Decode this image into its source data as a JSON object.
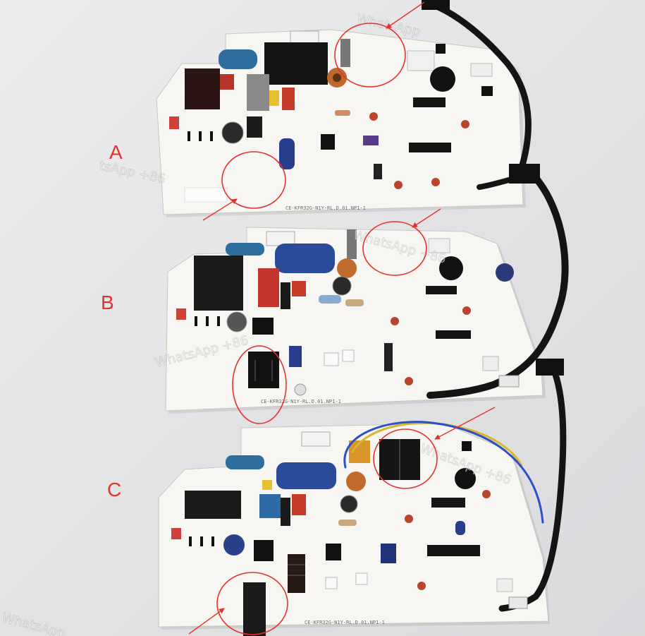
{
  "labels": {
    "a": "A",
    "b": "B",
    "c": "C"
  },
  "silkscreen": {
    "board_a": "CE-KFR32G-N1Y-RL.D.01.NP1-1",
    "board_b": "CE-KFR32G-N1Y-RL.D.01.NP1-1",
    "board_c": "CE-KFR32G-N1Y-RL.D.01.NP1-1"
  },
  "watermarks": [
    "WhatsApp",
    "tsApp +86",
    "WhatsApp +86",
    "WhatsApp +86",
    "WhatsApp +86",
    "WhatsApp"
  ],
  "colors": {
    "annotation_red": "#e4332f",
    "board": "#f7f6f2",
    "cable": "#141414",
    "wire_blue": "#2a4fc8",
    "wire_yellow": "#d9b72b"
  }
}
